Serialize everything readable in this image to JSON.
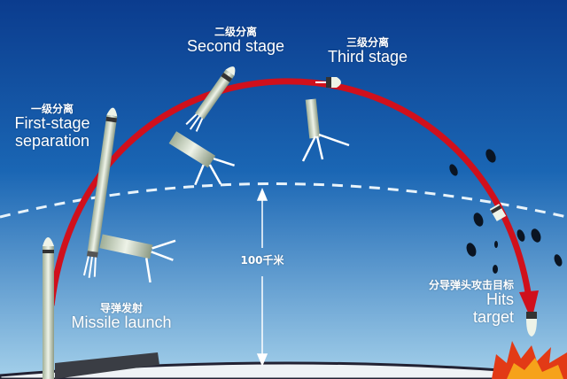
{
  "labels": {
    "first_stage": {
      "zh": "一级分离",
      "en_line1": "First-stage",
      "en_line2": "separation"
    },
    "second_stage": {
      "zh": "二级分离",
      "en": "Second stage"
    },
    "third_stage": {
      "zh": "三级分离",
      "en": "Third stage"
    },
    "launch": {
      "zh": "导弹发射",
      "en": "Missile launch"
    },
    "target": {
      "zh": "分导弹头攻击目标",
      "en_line1": "Hits",
      "en_line2": "target"
    },
    "altitude": "100千米"
  },
  "colors": {
    "sky_top": "#0b3c8e",
    "sky_bottom": "#9ccbe8",
    "trajectory": "#d0101c",
    "rocket_body": "#dfe8d6",
    "explosion": "#e23a16"
  }
}
